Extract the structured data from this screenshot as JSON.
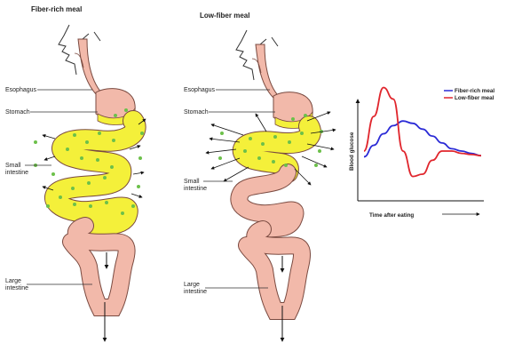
{
  "panels": {
    "left": {
      "title": "Fiber-rich meal"
    },
    "middle": {
      "title": "Low-fiber meal"
    }
  },
  "labels": {
    "esophagus": "Esophagus",
    "stomach": "Stomach",
    "small_intestine_1": "Small",
    "small_intestine_2": "intestine",
    "large_intestine_1": "Large",
    "large_intestine_2": "intestine"
  },
  "chart_data": {
    "type": "line",
    "title": "",
    "xlabel": "Time after eating",
    "ylabel": "Blood glucose",
    "legend_position": "top-right",
    "x": [
      0,
      1,
      2,
      3,
      4,
      5,
      6,
      7,
      8,
      9,
      10,
      11,
      12
    ],
    "series": [
      {
        "name": "Fiber-rich meal",
        "color": "#2b2bd6",
        "values": [
          0.35,
          0.45,
          0.55,
          0.62,
          0.66,
          0.64,
          0.59,
          0.53,
          0.47,
          0.42,
          0.4,
          0.38,
          0.36
        ]
      },
      {
        "name": "Low-fiber meal",
        "color": "#e0262d",
        "values": [
          0.4,
          0.7,
          0.95,
          0.85,
          0.4,
          0.18,
          0.2,
          0.32,
          0.4,
          0.4,
          0.38,
          0.37,
          0.36
        ]
      }
    ],
    "colors": {
      "axis": "#111111",
      "grid": "none"
    }
  },
  "colors": {
    "tissue": "#f2b9aa",
    "tissue_edge": "#7a4a40",
    "chyme": "#f4f03a",
    "particle": "#6cc04a",
    "arrow": "#111111"
  }
}
